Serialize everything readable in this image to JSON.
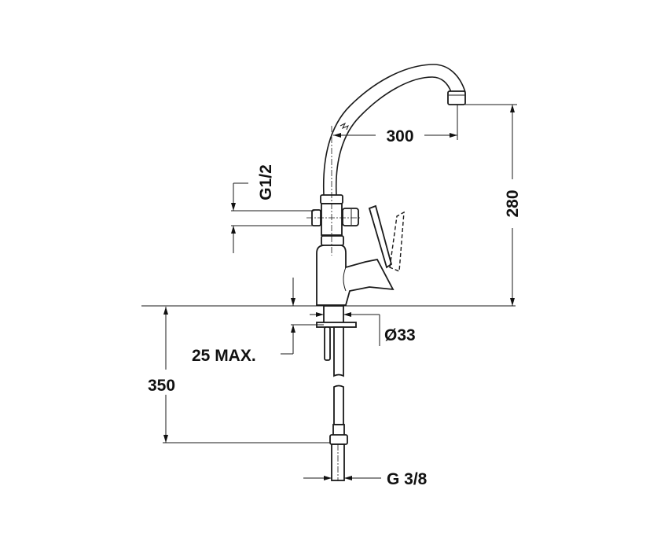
{
  "title": "Faucet dimension drawing",
  "dimensions": {
    "spout_reach": "300",
    "spout_height": "280",
    "inlet_thread": "G1/2",
    "hole_diameter": "Ø33",
    "max_deck_thickness": "25 MAX.",
    "hose_length": "350",
    "hose_thread": "G 3/8"
  },
  "colors": {
    "line": "#1a1a1a",
    "background": "#ffffff"
  }
}
